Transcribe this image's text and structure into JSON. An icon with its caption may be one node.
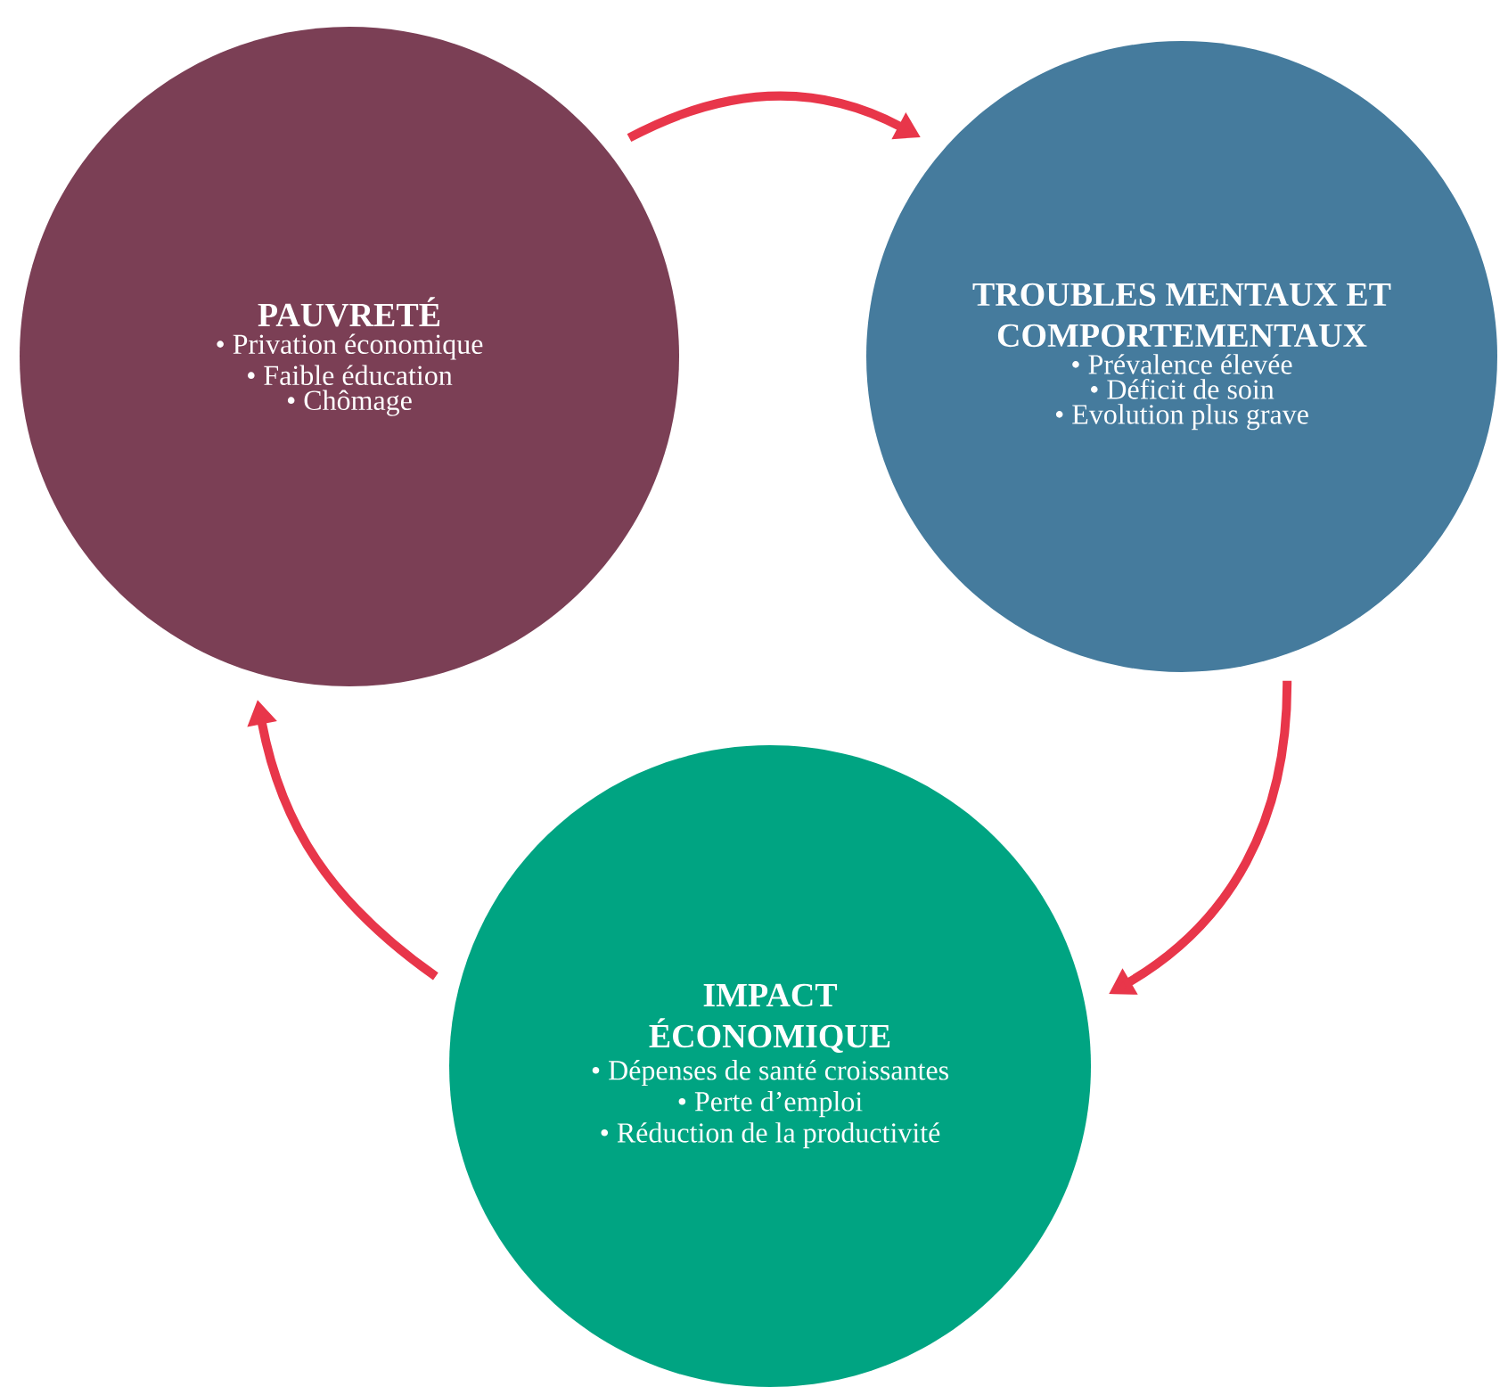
{
  "diagram": {
    "nodes": [
      {
        "text": [
          "PAUVRETÉ",
          "• Privation économique",
          "• Faible éducation",
          "• Chômage"
        ]
      },
      {
        "text": [
          "TROUBLES MENTAUX ET COMPORTEMENTAUX",
          "• Prévalence élevée",
          "• Déficit de soin",
          "• Evolution plus grave"
        ]
      },
      {
        "text": [
          "IMPACT ÉCONOMIQUE",
          "• Dépenses de santé croissantes",
          "• Perte d’emploi",
          "• Réduction de la productivité"
        ]
      }
    ],
    "edges": [
      {
        "from": 0,
        "to": 1,
        "arrow": "to"
      },
      {
        "from": 1,
        "to": 2,
        "arrow": "to"
      },
      {
        "from": 2,
        "to": 0,
        "arrow": "to"
      }
    ]
  }
}
